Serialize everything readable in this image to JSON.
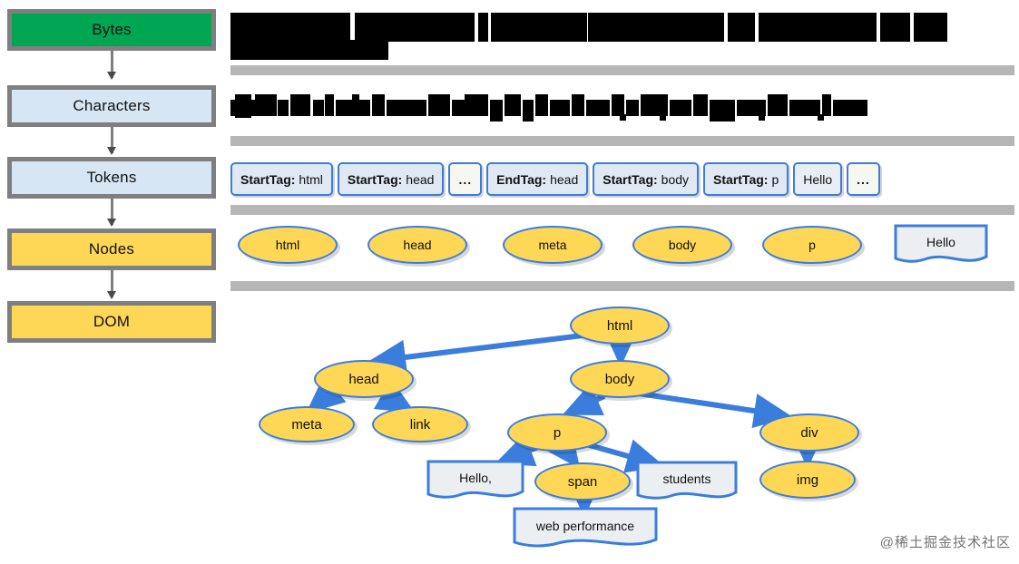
{
  "pipeline": {
    "steps": [
      {
        "label": "Bytes",
        "color": "#00a651"
      },
      {
        "label": "Characters",
        "color": "#d6e6f5"
      },
      {
        "label": "Tokens",
        "color": "#d6e6f5"
      },
      {
        "label": "Nodes",
        "color": "#ffd757"
      },
      {
        "label": "DOM",
        "color": "#ffd757"
      }
    ]
  },
  "redactions": {
    "block1_note": "redacted paragraph",
    "block2_note": "redacted heading"
  },
  "tokens": {
    "items": [
      {
        "key": "StartTag:",
        "value": "html",
        "style": "tag"
      },
      {
        "key": "StartTag:",
        "value": "head",
        "style": "tag"
      },
      {
        "key": "",
        "value": "...",
        "style": "ellipsis"
      },
      {
        "key": "EndTag:",
        "value": "head",
        "style": "tag"
      },
      {
        "key": "StartTag:",
        "value": "body",
        "style": "tag"
      },
      {
        "key": "StartTag:",
        "value": "p",
        "style": "tag"
      },
      {
        "key": "",
        "value": "Hello",
        "style": "text"
      },
      {
        "key": "",
        "value": "...",
        "style": "ellipsis"
      }
    ]
  },
  "nodes": {
    "items": [
      {
        "label": "html",
        "shape": "ellipse"
      },
      {
        "label": "head",
        "shape": "ellipse"
      },
      {
        "label": "meta",
        "shape": "ellipse"
      },
      {
        "label": "body",
        "shape": "ellipse"
      },
      {
        "label": "p",
        "shape": "ellipse"
      },
      {
        "label": "Hello",
        "shape": "document"
      }
    ]
  },
  "dom_tree": {
    "nodes": [
      {
        "id": "html",
        "label": "html",
        "shape": "ellipse"
      },
      {
        "id": "head",
        "label": "head",
        "shape": "ellipse"
      },
      {
        "id": "body",
        "label": "body",
        "shape": "ellipse"
      },
      {
        "id": "meta",
        "label": "meta",
        "shape": "ellipse"
      },
      {
        "id": "link",
        "label": "link",
        "shape": "ellipse"
      },
      {
        "id": "p",
        "label": "p",
        "shape": "ellipse"
      },
      {
        "id": "div",
        "label": "div",
        "shape": "ellipse"
      },
      {
        "id": "hello",
        "label": "Hello,",
        "shape": "document"
      },
      {
        "id": "span",
        "label": "span",
        "shape": "ellipse"
      },
      {
        "id": "students",
        "label": "students",
        "shape": "document"
      },
      {
        "id": "img",
        "label": "img",
        "shape": "ellipse"
      },
      {
        "id": "web_performance",
        "label": "web performance",
        "shape": "document"
      }
    ],
    "edges": [
      [
        "html",
        "head"
      ],
      [
        "html",
        "body"
      ],
      [
        "head",
        "meta"
      ],
      [
        "head",
        "link"
      ],
      [
        "body",
        "p"
      ],
      [
        "body",
        "div"
      ],
      [
        "p",
        "hello"
      ],
      [
        "p",
        "span"
      ],
      [
        "p",
        "students"
      ],
      [
        "div",
        "img"
      ],
      [
        "span",
        "web_performance"
      ]
    ]
  },
  "watermark": {
    "text": "@稀土掘金技术社区"
  },
  "palette": {
    "green": "#00a651",
    "light_blue": "#d6e6f5",
    "yellow": "#ffd757",
    "node_border": "#3b7ddd",
    "box_border": "#7f7f7f",
    "gray_bar": "#b6b6b6",
    "redact_black": "#000000"
  }
}
